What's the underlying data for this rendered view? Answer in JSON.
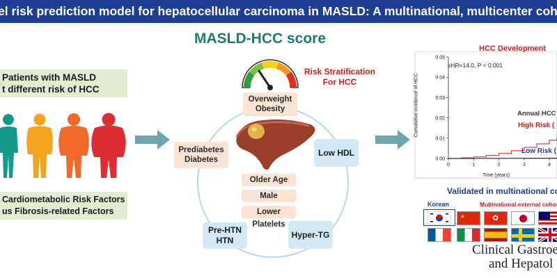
{
  "banner_title": "el risk prediction model for hepatocellular carcinoma in MASLD: A multinational, multicenter cohort",
  "subtitle": "MASLD-HCC score",
  "left": {
    "top_line1": "Patients with MASLD",
    "top_line2": "t different risk of HCC",
    "bottom_line1": "Cardiometabolic Risk Factors",
    "bottom_line2": "us Fibrosis-related Factors",
    "figure_colors": [
      "#159a8a",
      "#f3a41f",
      "#f0682a",
      "#de2e35"
    ]
  },
  "center": {
    "risk_title_line1": "Risk Stratification",
    "risk_title_line2": "For HCC",
    "factors": {
      "overweight_line1": "Overweight",
      "overweight_line2": "Obesity",
      "prediabetes_line1": "Prediabetes",
      "prediabetes_line2": "Diabetes",
      "low_hdl": "Low HDL",
      "older_age": "Older Age",
      "male": "Male",
      "lower_platelets": "Lower Platelets",
      "prehtn_line1": "Pre-HTN",
      "prehtn_line2": "HTN",
      "hypertg": "Hyper-TG"
    }
  },
  "right": {
    "chart_title": "HCC Development",
    "stat_line": "sHR=14.0, P < 0.001",
    "annual_label": "Annual HCC",
    "high_risk_label": "High Risk (",
    "low_risk_label": "Low Risk (",
    "validated_label": "Validated in multinational co",
    "korean_label": "Korean",
    "external_label": "Multinational external cohort",
    "journal_line1": "Clinical Gastroen",
    "journal_line2": "and Hepatol"
  },
  "chart_data": {
    "type": "line",
    "xlabel": "Time (years)",
    "ylabel": "Cumulative Incidence of HCC",
    "x_ticks": [
      "0",
      "1",
      "2",
      "3",
      "4"
    ],
    "y_ticks": [
      "0.00",
      "0.01",
      "0.02",
      "0.03",
      "0.04",
      "0.05"
    ],
    "xlim": [
      0,
      4.3
    ],
    "ylim": [
      0,
      0.05
    ],
    "series": [
      {
        "name": "High Risk",
        "color": "#e53935",
        "x": [
          0,
          0.5,
          1,
          1.5,
          2,
          2.5,
          3,
          3.5,
          4,
          4.3
        ],
        "y": [
          0,
          0.0003,
          0.0008,
          0.0015,
          0.0025,
          0.0038,
          0.0055,
          0.0072,
          0.009,
          0.0105
        ]
      },
      {
        "name": "Low Risk",
        "color": "#1f3d92",
        "x": [
          0,
          1,
          2,
          3,
          4,
          4.3
        ],
        "y": [
          0,
          5e-05,
          0.0001,
          0.00015,
          0.0002,
          0.00022
        ]
      }
    ]
  }
}
